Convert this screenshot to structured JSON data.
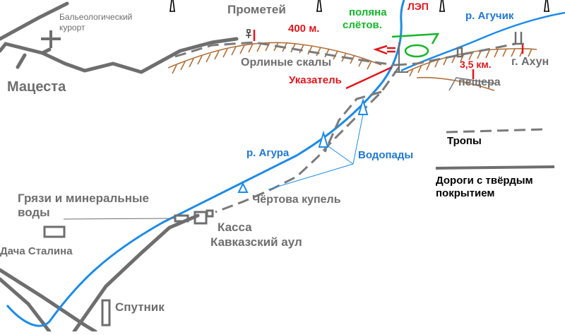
{
  "labels": {
    "balneo": "Бальеологический",
    "resort": "курорт",
    "matsesta": "Мацеста",
    "prometey": "Прометей",
    "alt400": "400 м.",
    "polyana1": "поляна",
    "polyana2": "слётов.",
    "lep": "ЛЭП",
    "agychik": "р. Агучик",
    "orlinye": "Орлиные скалы",
    "ukazatel": "Указатель",
    "alt35": "3,5 км.",
    "akhun": "г. Ахун",
    "peshchera": "пещера",
    "agura": "р. Агура",
    "vodopady": "Водопады",
    "tropy": "Тропы",
    "roads1": "Дороги с твёрдым",
    "roads2": "покрытием",
    "gryazi1": "Грязи и минеральные",
    "gryazi2": "воды",
    "chertova": "Чёртова купель",
    "kassa": "Касса",
    "aul": "Кавказский аул",
    "dacha": "Дача Сталина",
    "sputnik": "Спутник"
  },
  "colors": {
    "road": "#6e6e6e",
    "trail": "#7a7a7a",
    "river": "#1c8be6",
    "cliff": "#b0703a",
    "marker": "#e0161c",
    "meadow": "#16b52a"
  },
  "icons": {
    "resort": "cross-icon",
    "monument": "prometheus-statue-icon",
    "waterfall": "waterfall-triangle-icon",
    "power_tower": "power-tower-icon",
    "signpost": "arrow-sign-icon"
  }
}
